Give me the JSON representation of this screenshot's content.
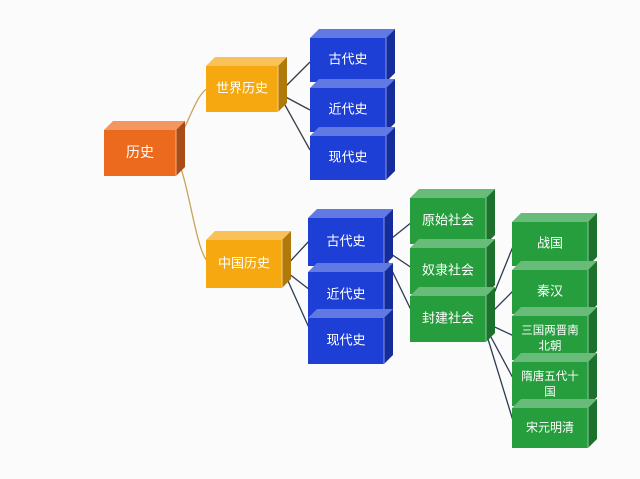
{
  "colors": {
    "root": "#ec6a1e",
    "category": "#f5a810",
    "period": "#1d3fd6",
    "society": "#279e3e",
    "dynasty": "#279e3e",
    "connector": "#c9a25a",
    "connector_dark": "#2b3a55",
    "text": "#ffffff"
  },
  "nodes": {
    "root": "历史",
    "world": "世界历史",
    "china": "中国历史",
    "world_ancient": "古代史",
    "world_modern": "近代史",
    "world_contemporary": "现代史",
    "china_ancient": "古代史",
    "china_modern": "近代史",
    "china_contemporary": "现代史",
    "primitive": "原始社会",
    "slave": "奴隶社会",
    "feudal": "封建社会",
    "warring_states": "战国",
    "qin_han": "秦汉",
    "three_kingdoms_1": "三国两晋南",
    "three_kingdoms_2": "北朝",
    "sui_tang_1": "隋唐五代十",
    "sui_tang_2": "国",
    "song_yuan_ming_qing": "宋元明清"
  }
}
